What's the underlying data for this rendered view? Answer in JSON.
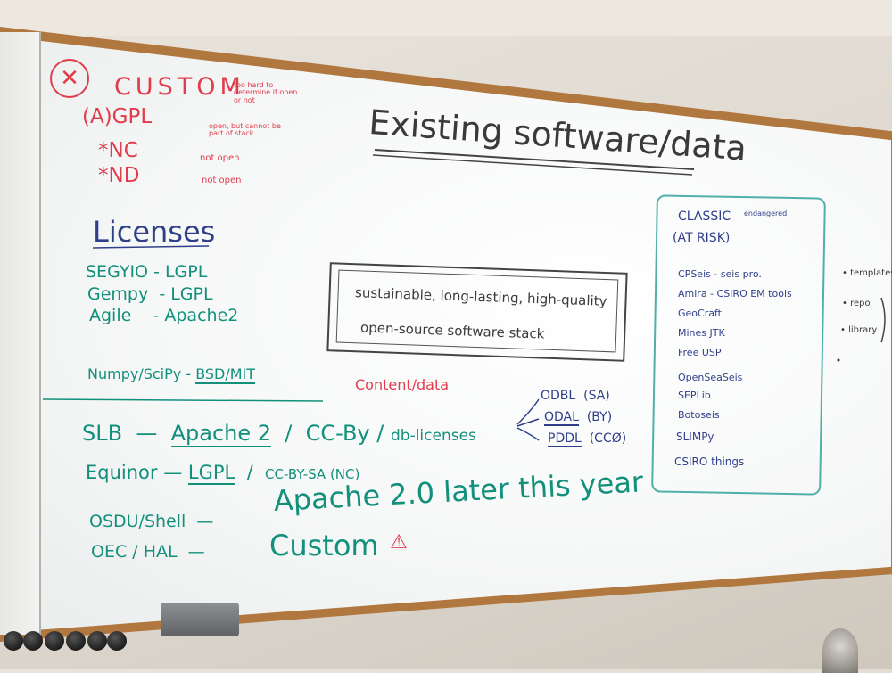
{
  "title": "Existing software/data",
  "warning_notes": [
    {
      "label": "CUSTOM",
      "note": "too hard to determine if open or not"
    },
    {
      "label": "(A)GPL",
      "note": "open, but cannot be part of stack"
    },
    {
      "label": "*NC",
      "note": "not open"
    },
    {
      "label": "*ND",
      "note": "not open"
    }
  ],
  "licenses_heading": "Licenses",
  "licenses": [
    {
      "name": "SEGYIO",
      "license": "LGPL"
    },
    {
      "name": "Gempy",
      "license": "LGPL"
    },
    {
      "name": "Agile",
      "license": "Apache2"
    }
  ],
  "numpy_line": {
    "name": "Numpy/SciPy",
    "license": "BSD/MIT"
  },
  "stack_box": {
    "line1": "sustainable, long-lasting, high-quality",
    "line2": "open-source software stack"
  },
  "content_data_label": "Content/data",
  "db_licenses": [
    {
      "name": "ODBL",
      "tag": "(SA)"
    },
    {
      "name": "ODAL",
      "tag": "(BY)"
    },
    {
      "name": "PDDL",
      "tag": "(CCØ)"
    }
  ],
  "company_lines": [
    {
      "company": "SLB",
      "a": "Apache 2",
      "b": "CC-By",
      "c": "db-licenses"
    },
    {
      "company": "Equinor",
      "a": "LGPL",
      "b": "CC-BY-SA (NC)",
      "c": ""
    },
    {
      "company": "OSDU/Shell",
      "a": "Apache 2.0 later this year",
      "b": "",
      "c": ""
    },
    {
      "company": "OEC / HAL",
      "a": "Custom",
      "b": "",
      "c": ""
    }
  ],
  "classic": {
    "heading": "CLASSIC",
    "endangered": "endangered",
    "at_risk": "(AT RISK)",
    "items": [
      "CPSeis - seis pro.",
      "Amira - CSIRO EM tools",
      "GeoCraft",
      "Mines JTK",
      "Free USP",
      "OpenSeaSeis",
      "SEPLib",
      "Botoseis",
      "SLIMPy",
      "CSIRO things"
    ]
  },
  "side_notes": [
    "• templates",
    "• repo",
    "• library"
  ],
  "colors": {
    "red": "#e03c4c",
    "blue": "#2f3f8a",
    "teal": "#12907c",
    "frame": "#b0773e"
  }
}
